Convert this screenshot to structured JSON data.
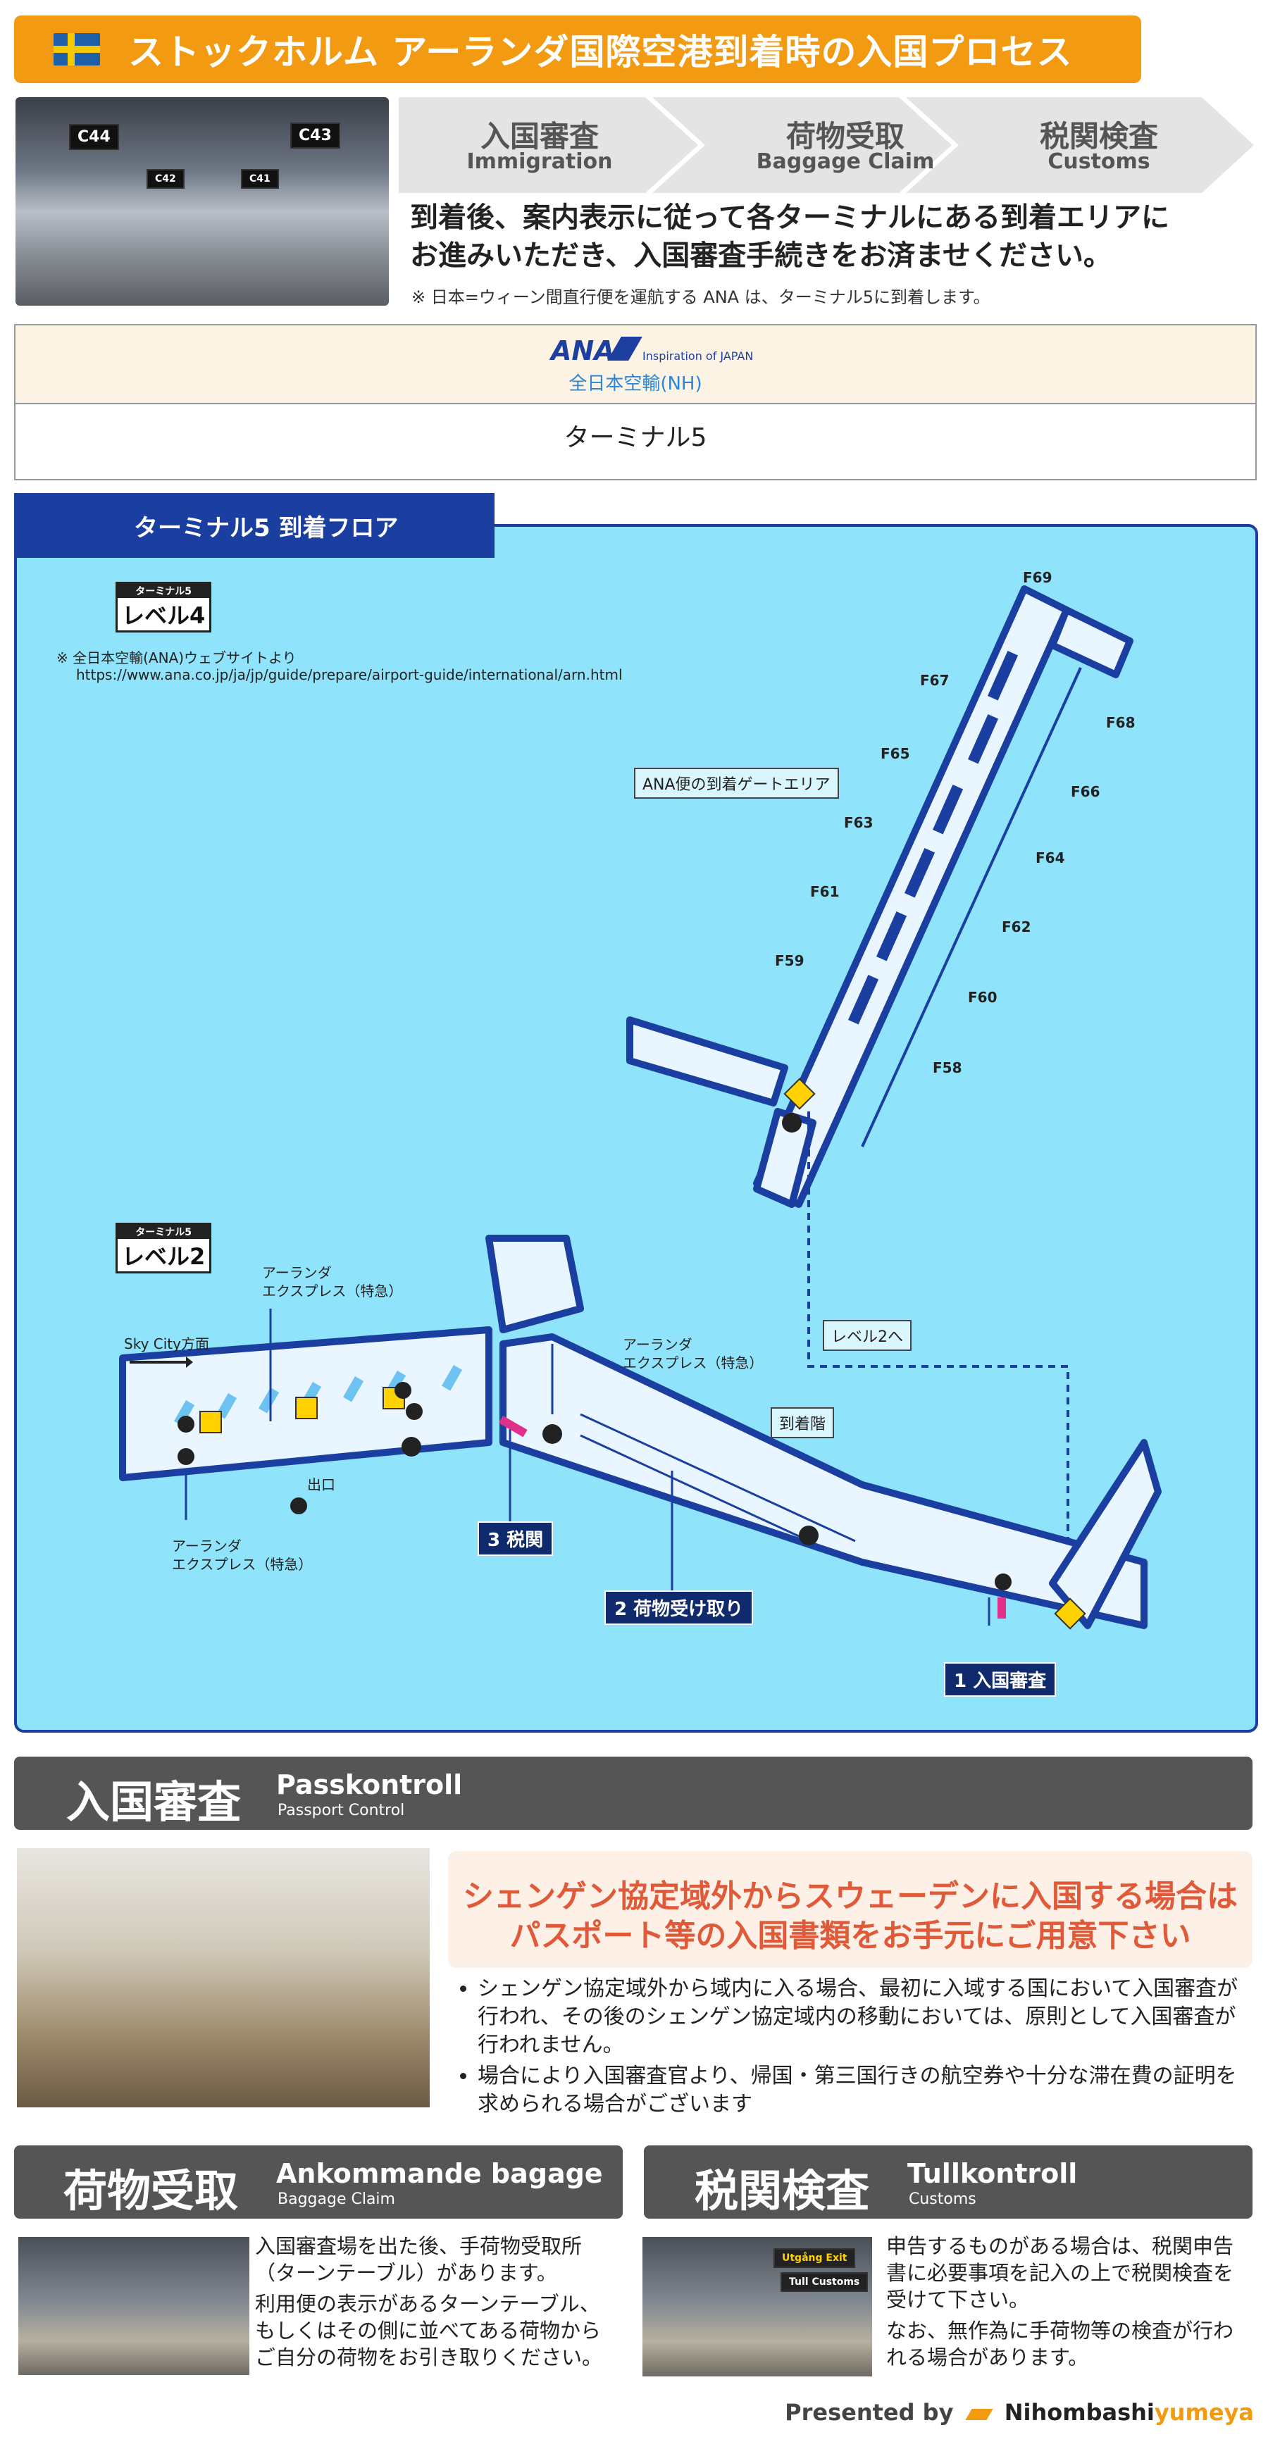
{
  "title_bar": {
    "flag": "sweden-flag",
    "title": "ストックホルム アーランダ国際空港到着時の入国プロセス"
  },
  "top_photo": {
    "signs": [
      "C44",
      "C43",
      "C42",
      "C41"
    ]
  },
  "steps": [
    {
      "jp": "入国審査",
      "en": "Immigration"
    },
    {
      "jp": "荷物受取",
      "en": "Baggage Claim"
    },
    {
      "jp": "税関検査",
      "en": "Customs"
    }
  ],
  "intro": {
    "line1": "到着後、案内表示に従って各ターミナルにある到着エリアに",
    "line2": "お進みいただき、入国審査手続きをお済ませください。",
    "note": "※ 日本=ウィーン間直行便を運航する ANA は、ターミナル5に到着します。"
  },
  "airline": {
    "logo_text": "ANA",
    "tagline": "Inspiration of JAPAN",
    "name": "全日本空輸(NH)",
    "terminal": "ターミナル5"
  },
  "map": {
    "tab_title": "ターミナル5 到着フロア",
    "level4": {
      "small": "ターミナル5",
      "big": "レベル4"
    },
    "level2": {
      "small": "ターミナル5",
      "big": "レベル2"
    },
    "source_note": "※ 全日本空輸(ANA)ウェブサイトより",
    "source_url": "https://www.ana.co.jp/ja/jp/guide/prepare/airport-guide/international/arn.html",
    "gate_area_label": "ANA便の到着ゲートエリア",
    "gates": [
      "F69",
      "F67",
      "F68",
      "F65",
      "F66",
      "F63",
      "F64",
      "F61",
      "F62",
      "F59",
      "F60",
      "F58"
    ],
    "to_level2": "レベル2へ",
    "arrival_hall": "到着階",
    "sky_city": "Sky City方面",
    "exit": "出口",
    "express_top": [
      "アーランダ",
      "エクスプレス（特急）"
    ],
    "express_mid": [
      "アーランダ",
      "エクスプレス（特急）"
    ],
    "express_bottom": [
      "アーランダ",
      "エクスプレス（特急）"
    ],
    "step1": "1 入国審査",
    "step2": "2 荷物受け取り",
    "step3": "3 税関"
  },
  "immigration": {
    "jp": "入国審査",
    "en": "Passkontroll",
    "en_sub": "Passport Control",
    "callout1": "シェンゲン協定域外からスウェーデンに入国する場合は",
    "callout2": "パスポート等の入国書類をお手元にご用意下さい",
    "bullets": [
      "シェンゲン協定域外から域内に入る場合、最初に入域する国において入国審査が行われ、その後のシェンゲン協定域内の移動においては、原則として入国審査が行われません。",
      "場合により入国審査官より、帰国・第三国行きの航空券や十分な滞在費の証明を求められる場合がございます"
    ]
  },
  "baggage": {
    "jp": "荷物受取",
    "en": "Ankommande bagage",
    "en_sub": "Baggage Claim",
    "p1": "入国審査場を出た後、手荷物受取所（ターンテーブル）があります。",
    "p2": "利用便の表示があるターンテーブル、もしくはその側に並べてある荷物からご自分の荷物をお引き取りください。"
  },
  "customs": {
    "jp": "税関検査",
    "en": "Tullkontroll",
    "en_sub": "Customs",
    "sign1": "Utgång Exit",
    "sign2": "Tull Customs",
    "p1": "申告するものがある場合は、税関申告書に必要事項を記入の上で税関検査を受けて下さい。",
    "p2": "なお、無作為に手荷物等の検査が行われる場合があります。"
  },
  "footer": {
    "prefix": "Presented by",
    "brand_a": "Nihombashi",
    "brand_b": "yumeya"
  },
  "colors": {
    "accent": "#f29a12",
    "navy": "#1a3fa0",
    "map_bg": "#8fe4fb",
    "callout_red": "#e05a3a",
    "section_gray": "#555555"
  }
}
